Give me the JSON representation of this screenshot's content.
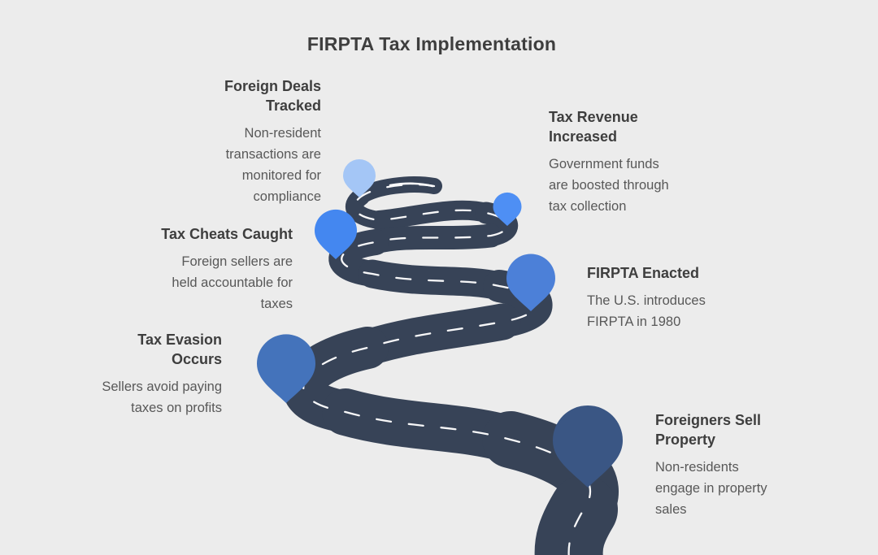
{
  "title": "FIRPTA Tax Implementation",
  "colors": {
    "background": "#ECECEC",
    "road": "#374357",
    "road_dash": "#FFFFFF",
    "heading_text": "#3E3E3E",
    "body_text": "#585858"
  },
  "milestones": [
    {
      "id": "foreigners-sell-property",
      "title": "Foreigners Sell\nProperty",
      "description": "Non-residents\nengage in property\nsales",
      "pin_color": "#3A5684"
    },
    {
      "id": "tax-evasion-occurs",
      "title": "Tax Evasion\nOccurs",
      "description": "Sellers avoid paying\ntaxes on profits",
      "pin_color": "#4473BB"
    },
    {
      "id": "firpta-enacted",
      "title": "FIRPTA Enacted",
      "description": "The U.S. introduces\nFIRPTA in 1980",
      "pin_color": "#4C80D8"
    },
    {
      "id": "tax-cheats-caught",
      "title": "Tax Cheats Caught",
      "description": "Foreign sellers are\nheld accountable for\ntaxes",
      "pin_color": "#4487F0"
    },
    {
      "id": "tax-revenue-increased",
      "title": "Tax Revenue\nIncreased",
      "description": "Government funds\nare boosted through\ntax collection",
      "pin_color": "#4E8FF4"
    },
    {
      "id": "foreign-deals-tracked",
      "title": "Foreign Deals\nTracked",
      "description": "Non-resident\ntransactions are\nmonitored for\ncompliance",
      "pin_color": "#A4C6F6"
    }
  ]
}
